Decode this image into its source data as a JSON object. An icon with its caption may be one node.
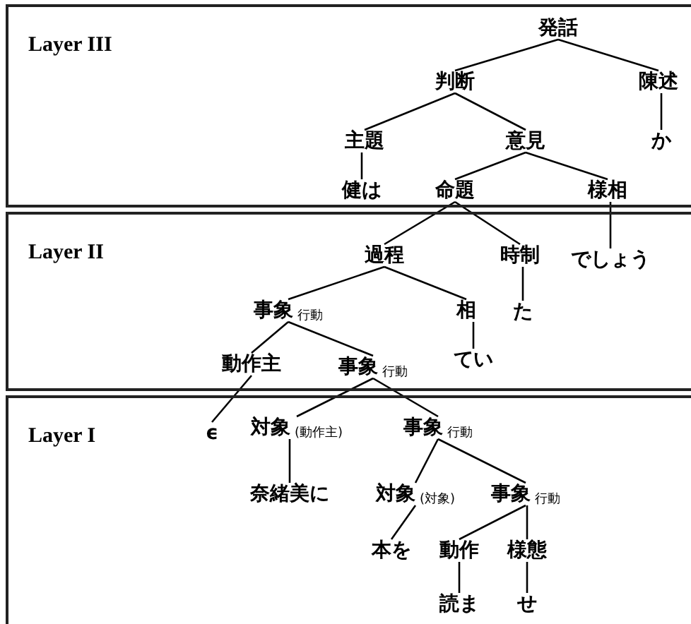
{
  "diagram": {
    "nodes": [
      {
        "text": [
          "Layer III"
        ]
      },
      {
        "text": [
          "発話"
        ],
        "in": 0
      },
      {
        "text": [
          "判断"
        ],
        "in": 0
      },
      {
        "text": [
          "陳述"
        ],
        "in": 0
      },
      {
        "text": [
          "主題"
        ],
        "in": 0
      },
      {
        "text": [
          "意見"
        ],
        "in": 0
      },
      {
        "text": [
          "か"
        ],
        "in": 0
      },
      {
        "text": [
          "健は"
        ],
        "in": 0
      },
      {
        "text": [
          "命題"
        ],
        "in": 0
      },
      {
        "text": [
          "様相"
        ],
        "in": 0
      },
      {
        "text": [
          "Layer II"
        ]
      },
      {
        "text": [
          "過程"
        ],
        "in": 10
      },
      {
        "text": [
          "時制"
        ],
        "in": 10
      },
      {
        "text": [
          "でしょう"
        ],
        "in": 10
      },
      {
        "text": [
          "事象$_{行動}$"
        ],
        "in": 10
      },
      {
        "text": [
          "相"
        ],
        "in": 10
      },
      {
        "text": [
          "た"
        ],
        "in": 10
      },
      {
        "text": [
          "動作主"
        ],
        "in": 10
      },
      {
        "text": [
          "事象$_{行動}$"
        ],
        "in": 10
      },
      {
        "text": [
          "てい"
        ],
        "in": 10
      },
      {
        "text": [
          "Layer I"
        ]
      },
      {
        "text": [
          "ϵ"
        ],
        "in": 20
      },
      {
        "text": [
          "対象$_{(動作主)}$"
        ],
        "in": 20
      },
      {
        "text": [
          "事象$_{行動}$"
        ],
        "in": 20
      },
      {
        "text": [
          "奈緒美に"
        ],
        "in": 20
      },
      {
        "text": [
          "対象$_{(対象)}$"
        ],
        "in": 20
      },
      {
        "text": [
          "事象$_{行動}$"
        ],
        "in": 20
      },
      {
        "text": [
          "本を"
        ],
        "in": 20
      },
      {
        "text": [
          "動作"
        ],
        "in": 20
      },
      {
        "text": [
          "様態"
        ],
        "in": 20
      },
      {
        "text": [
          "読ま"
        ],
        "in": 20
      },
      {
        "text": [
          "せ"
        ],
        "in": 20
      }
    ],
    "edges": [
      {
        "from": 1,
        "to": 2,
        "arrow": "none"
      },
      {
        "from": 1,
        "to": 3,
        "arrow": "none"
      },
      {
        "from": 2,
        "to": 4,
        "arrow": "none"
      },
      {
        "from": 2,
        "to": 5,
        "arrow": "none"
      },
      {
        "from": 3,
        "to": 6,
        "arrow": "none"
      },
      {
        "from": 4,
        "to": 7,
        "arrow": "none"
      },
      {
        "from": 5,
        "to": 8,
        "arrow": "none"
      },
      {
        "from": 5,
        "to": 9,
        "arrow": "none"
      },
      {
        "from": 8,
        "to": 11,
        "arrow": "none"
      },
      {
        "from": 8,
        "to": 12,
        "arrow": "none"
      },
      {
        "from": 9,
        "to": 13,
        "arrow": "none"
      },
      {
        "from": 11,
        "to": 14,
        "arrow": "none"
      },
      {
        "from": 11,
        "to": 15,
        "arrow": "none"
      },
      {
        "from": 12,
        "to": 16,
        "arrow": "none"
      },
      {
        "from": 14,
        "to": 17,
        "arrow": "none"
      },
      {
        "from": 14,
        "to": 18,
        "arrow": "none"
      },
      {
        "from": 15,
        "to": 19,
        "arrow": "none"
      },
      {
        "from": 17,
        "to": 21,
        "arrow": "none"
      },
      {
        "from": 18,
        "to": 22,
        "arrow": "none"
      },
      {
        "from": 18,
        "to": 23,
        "arrow": "none"
      },
      {
        "from": 22,
        "to": 24,
        "arrow": "none"
      },
      {
        "from": 23,
        "to": 25,
        "arrow": "none"
      },
      {
        "from": 23,
        "to": 26,
        "arrow": "none"
      },
      {
        "from": 25,
        "to": 27,
        "arrow": "none"
      },
      {
        "from": 26,
        "to": 28,
        "arrow": "none"
      },
      {
        "from": 26,
        "to": 29,
        "arrow": "none"
      },
      {
        "from": 28,
        "to": 30,
        "arrow": "none"
      },
      {
        "from": 29,
        "to": 31,
        "arrow": "none"
      }
    ]
  }
}
